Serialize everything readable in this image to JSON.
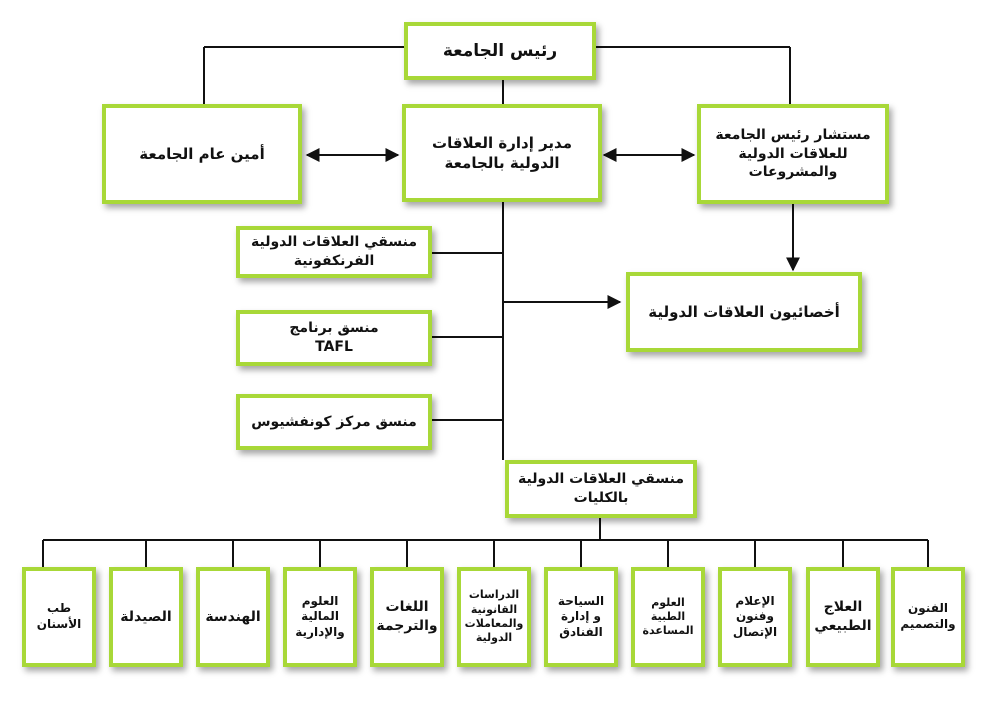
{
  "colors": {
    "box_border": "#a8d838",
    "line": "#111111"
  },
  "nodes": {
    "president": "رئيس الجامعة",
    "secretary_general": "أمين عام الجامعة",
    "ir_director": "مدير إدارة العلاقات\nالدولية بالجامعة",
    "advisor": "مستشار رئيس الجامعة\nللعلاقات الدولية\nوالمشروعات",
    "ir_specialists": "أخصائيون العلاقات الدولية",
    "francophone_coordinator": "منسقي العلاقات الدولية\nالفرنكفونية",
    "tafl_coordinator": "منسق برنامج\nTAFL",
    "confucius_coordinator": "منسق مركز كونفشيوس",
    "faculties_coordinator": "منسقي العلاقات الدولية\nبالكليات"
  },
  "faculties": [
    "الفنون\nوالتصميم",
    "العلاج\nالطبيعي",
    "الإعلام\nوفنون\nالإتصال",
    "العلوم\nالطبية\nالمساعدة",
    "السياحة\nو إدارة\nالفنادق",
    "الدراسات\nالقانونية\nوالمعاملات\nالدولية",
    "اللغات\nوالترجمة",
    "العلوم\nالمالية\nوالإدارية",
    "الهندسة",
    "الصيدلة",
    "طب\nالأسنان"
  ]
}
